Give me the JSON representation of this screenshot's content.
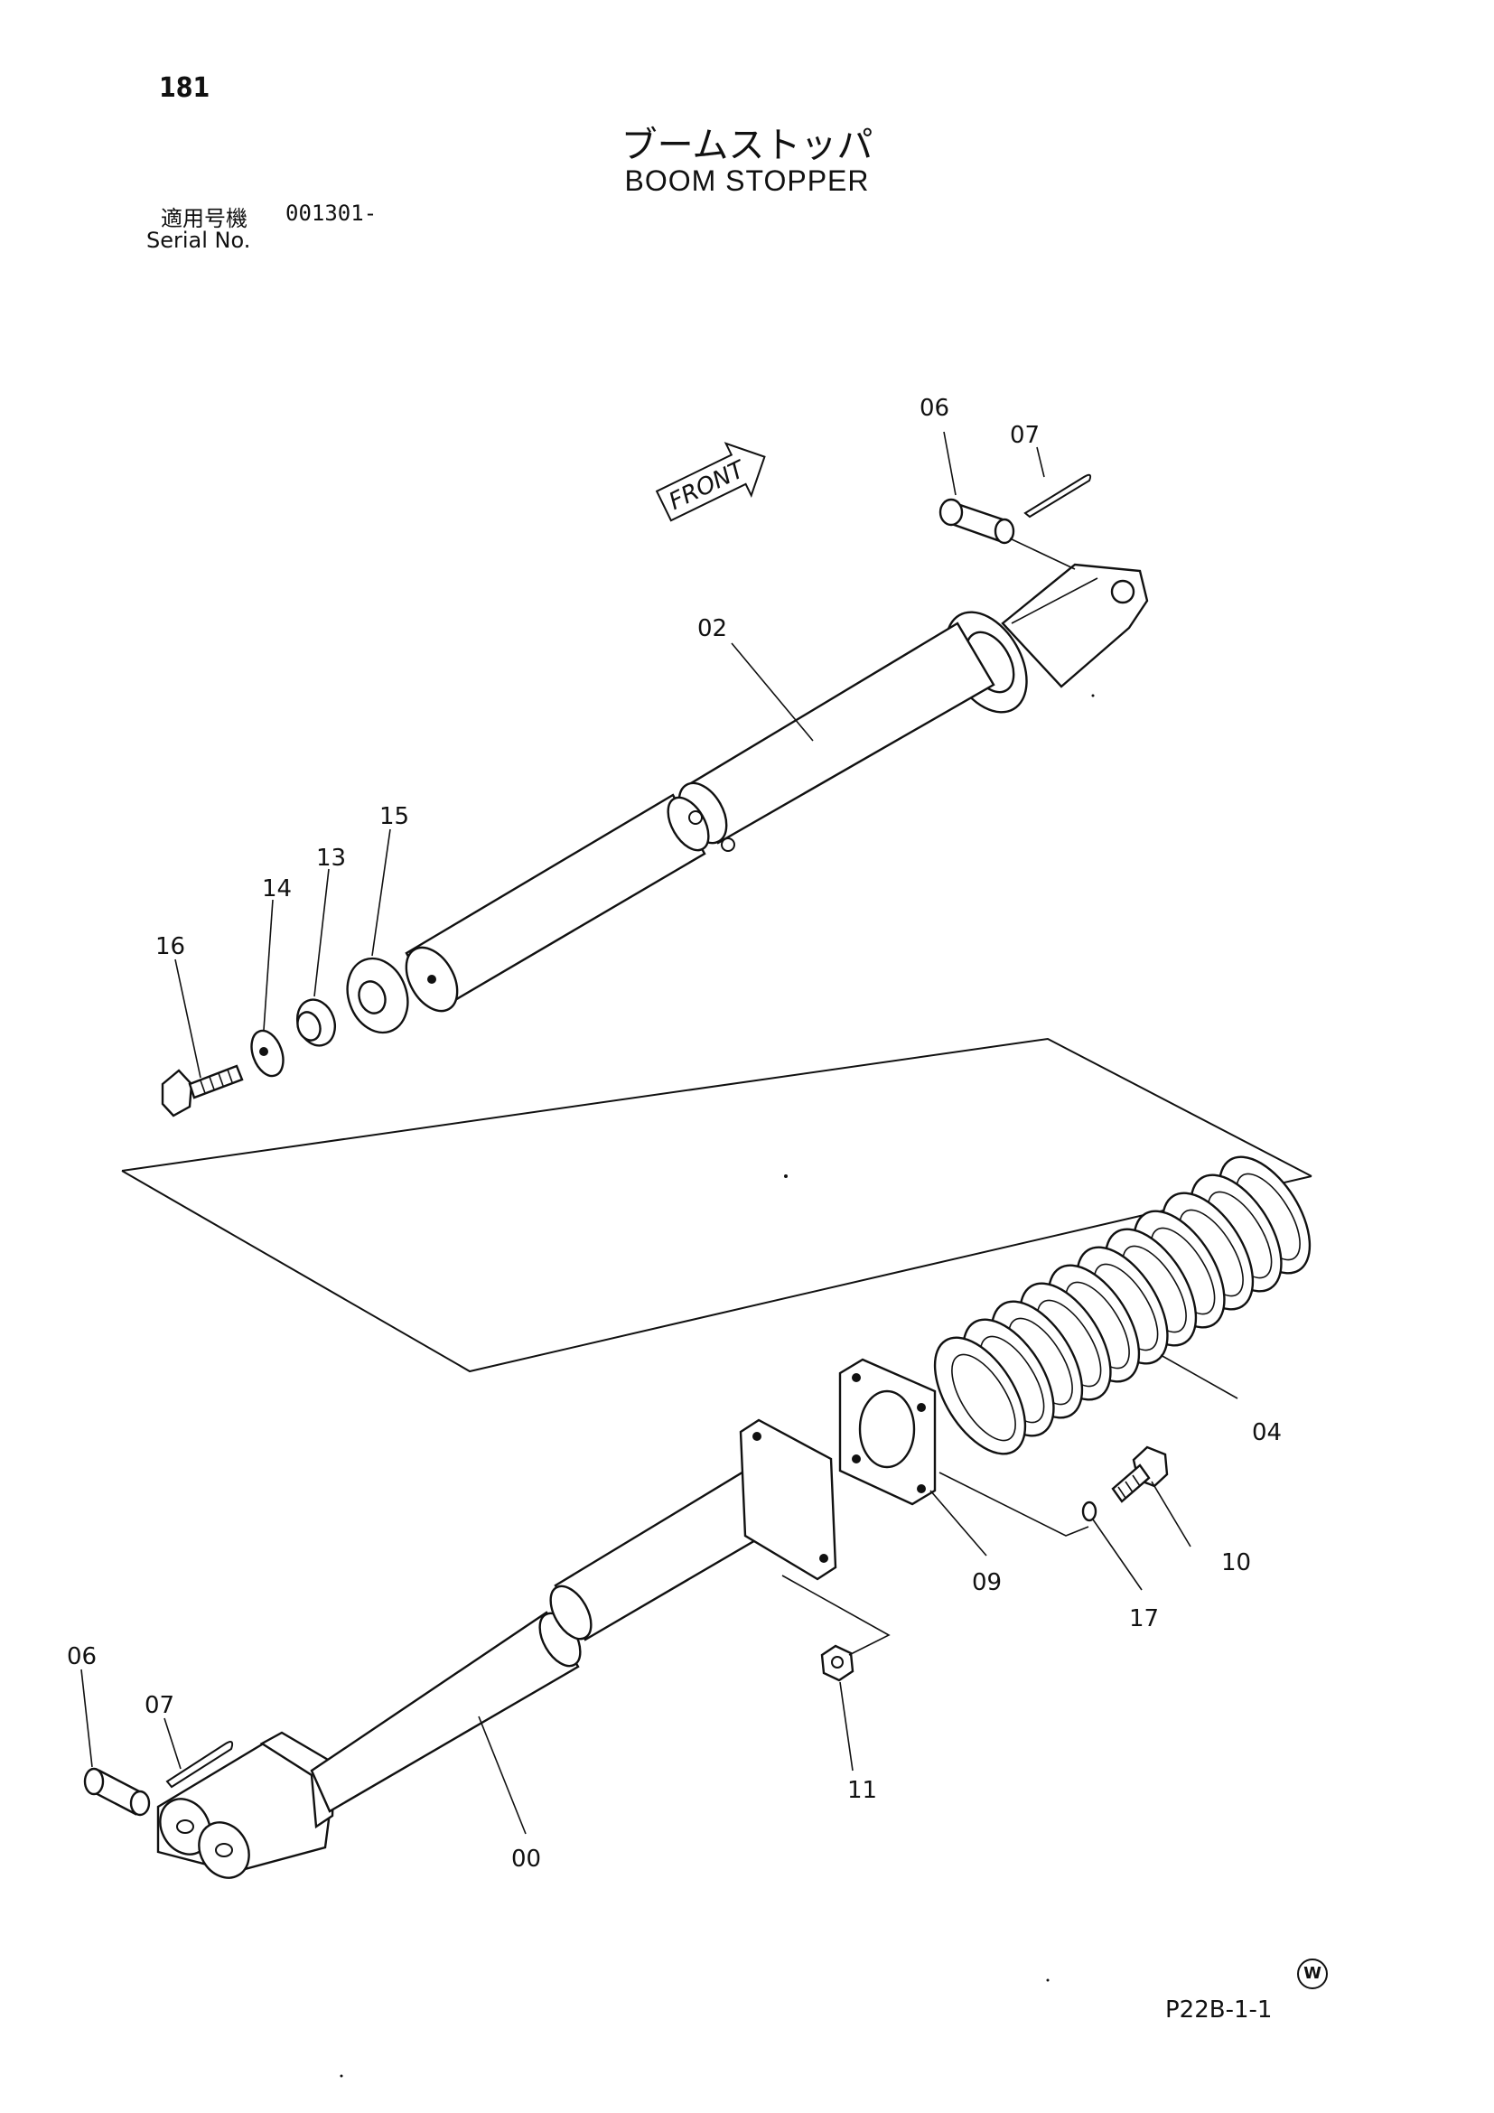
{
  "page": {
    "number": "181",
    "title_jp": "ブームストッパ",
    "title_en": "BOOM STOPPER",
    "serial_label_jp": "適用号機",
    "serial_value": "001301-",
    "serial_label_en": "Serial No.",
    "drawing_code": "P22B-1-1",
    "w_mark": "W"
  },
  "diagram": {
    "front_label": "FRONT",
    "callouts": [
      "06",
      "07",
      "02",
      "15",
      "13",
      "14",
      "16",
      "04",
      "09",
      "10",
      "17",
      "11",
      "00",
      "06",
      "07"
    ]
  }
}
